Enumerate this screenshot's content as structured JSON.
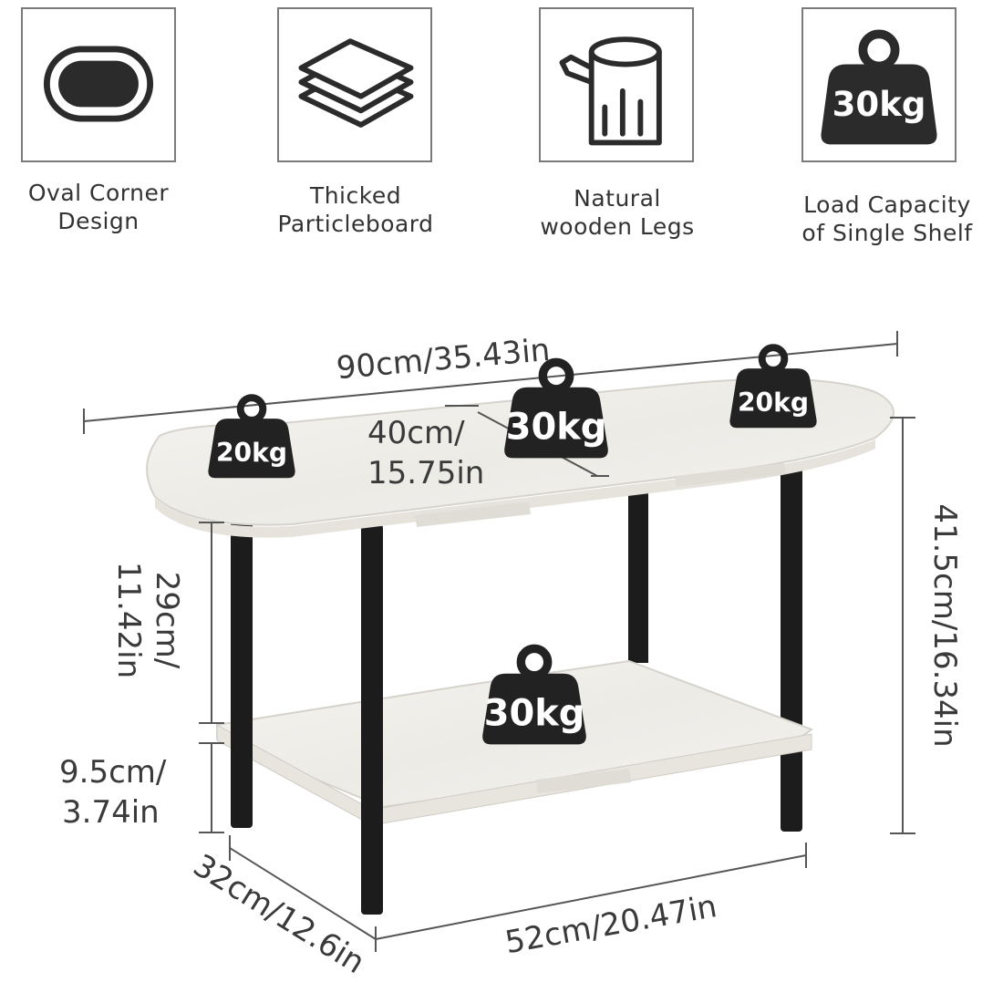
{
  "features": [
    {
      "icon": "oval-icon",
      "line1": "Oval Corner",
      "line2": "Design"
    },
    {
      "icon": "stacked-boards-icon",
      "line1": "Thicked",
      "line2": "Particleboard"
    },
    {
      "icon": "wooden-log-icon",
      "line1": "Natural",
      "line2": "wooden Legs"
    },
    {
      "icon": "weight-icon",
      "line1": "Load Capacity",
      "line2": "of Single Shelf",
      "icon_text": "30kg"
    }
  ],
  "dimensions": {
    "length": "90cm/35.43in",
    "depth_top_1": "40cm/",
    "depth_top_2": "15.75in",
    "height": "41.5cm/16.34in",
    "shelf_gap_1": "29cm/",
    "shelf_gap_2": "11.42in",
    "bottom_clearance_1": "9.5cm/",
    "bottom_clearance_2": "3.74in",
    "bottom_depth": "32cm/12.6in",
    "bottom_width": "52cm/20.47in"
  },
  "weights": {
    "top_left": "20kg",
    "top_center": "30kg",
    "top_right": "20kg",
    "bottom_shelf": "30kg"
  },
  "colors": {
    "icon_dark": "#2b2b2b",
    "marble": "#f2f0ec",
    "leg": "#1c1c1c"
  }
}
